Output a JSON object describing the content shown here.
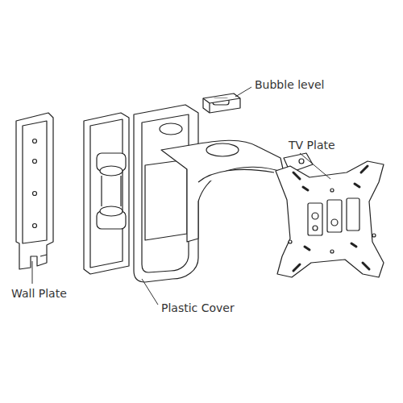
{
  "diagram": {
    "labels": [
      "Bubble level",
      "TV Plate",
      "Wall Plate",
      "Plastic Cover"
    ]
  }
}
